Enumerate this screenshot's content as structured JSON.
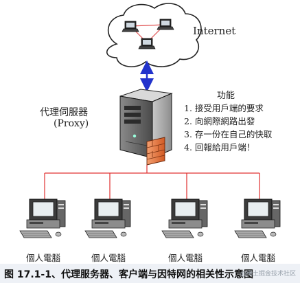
{
  "internet": {
    "label": "Internet"
  },
  "proxy": {
    "name": "代理伺服器",
    "sub": "(Proxy)"
  },
  "functions": {
    "title": "功能",
    "items": [
      "1. 接受用戶端的要求",
      "2. 向網際網路出發",
      "3. 存一份在自己的快取",
      "4. 回報給用戶端！"
    ]
  },
  "clients": [
    {
      "label": "個人電腦"
    },
    {
      "label": "個人電腦"
    },
    {
      "label": "個人電腦"
    },
    {
      "label": "個人電腦"
    }
  ],
  "caption": "图 17.1-1、代理服务器、客户端与因特网的相关性示意图",
  "watermark": "@稀土掘金技术社区",
  "colors": {
    "lan_line": "#e03030",
    "internet_link": "#2233cc",
    "cloud_link": "#e05050",
    "server_body": "#5a5a5a",
    "firewall": "#e07a3a"
  }
}
